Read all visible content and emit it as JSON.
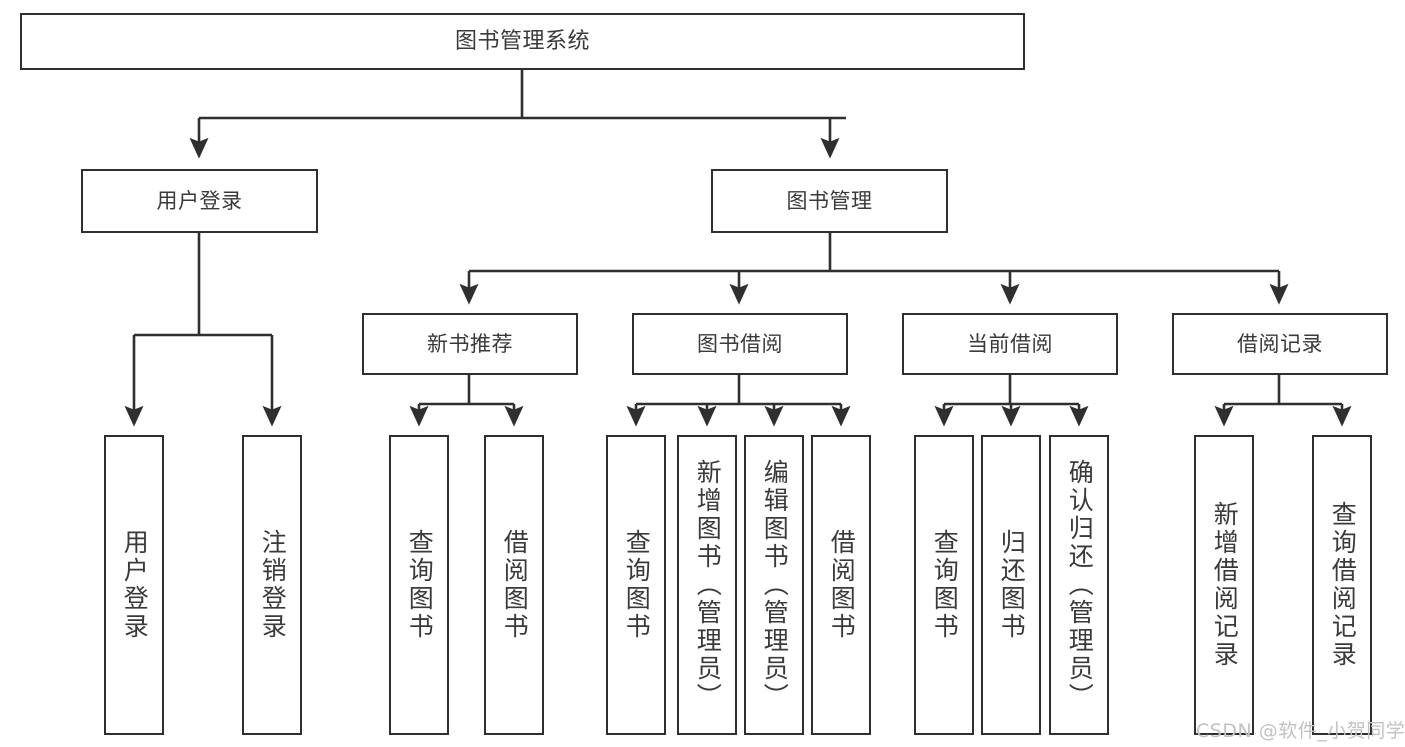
{
  "diagram": {
    "title": "图书管理系统",
    "type": "hierarchy-tree",
    "levels": 4,
    "colors": {
      "box_border": "#2f2f2f",
      "box_fill": "#ffffff",
      "text": "#3a3a3a",
      "edge": "#2f2f2f",
      "watermark": "#c2c2c2",
      "background": "#ffffff"
    },
    "root": {
      "label": "图书管理系统"
    },
    "level2": [
      {
        "label": "用户登录"
      },
      {
        "label": "图书管理"
      }
    ],
    "level3": [
      {
        "label": "新书推荐"
      },
      {
        "label": "图书借阅"
      },
      {
        "label": "当前借阅"
      },
      {
        "label": "借阅记录"
      }
    ],
    "leaves": {
      "user_login": [
        {
          "label": "用户登录"
        },
        {
          "label": "注销登录"
        }
      ],
      "new_book_recommend": [
        {
          "label": "查询图书"
        },
        {
          "label": "借阅图书"
        }
      ],
      "book_borrow": [
        {
          "label": "查询图书"
        },
        {
          "label": "新增图书（管理员）"
        },
        {
          "label": "编辑图书（管理员）"
        },
        {
          "label": "借阅图书"
        }
      ],
      "current_borrow": [
        {
          "label": "查询图书"
        },
        {
          "label": "归还图书"
        },
        {
          "label": "确认归还（管理员）"
        }
      ],
      "borrow_records": [
        {
          "label": "新增借阅记录"
        },
        {
          "label": "查询借阅记录"
        }
      ]
    }
  },
  "watermark": {
    "text": "CSDN @软件_小贺同学"
  }
}
